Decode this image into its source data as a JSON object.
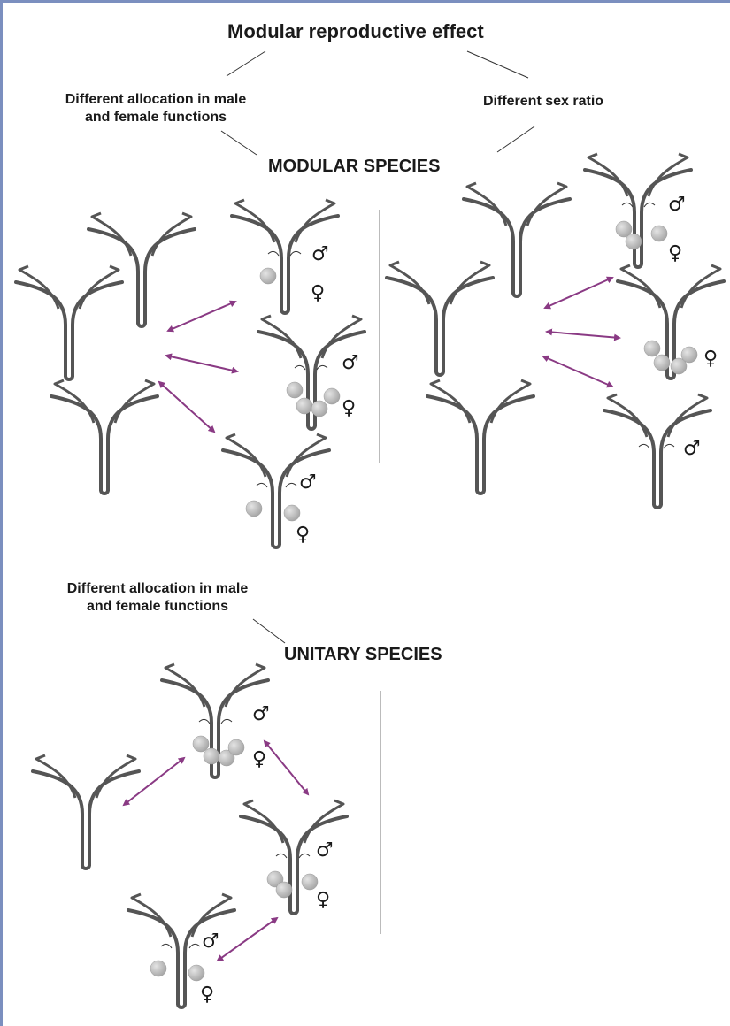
{
  "title": "Modular reproductive effect",
  "top_left_label_line1": "Different allocation in male",
  "top_left_label_line2": "and female functions",
  "top_right_label": "Different sex ratio",
  "modular_header": "MODULAR SPECIES",
  "unitary_label_line1": "Different allocation in male",
  "unitary_label_line2": "and female functions",
  "unitary_header": "UNITARY SPECIES",
  "male_symbol": "♂",
  "female_symbol": "♀",
  "colors": {
    "arrow": "#8a3a84",
    "polyp": "#555555",
    "gonad": "#c4c4c4",
    "frame": "#7b8fbf"
  }
}
